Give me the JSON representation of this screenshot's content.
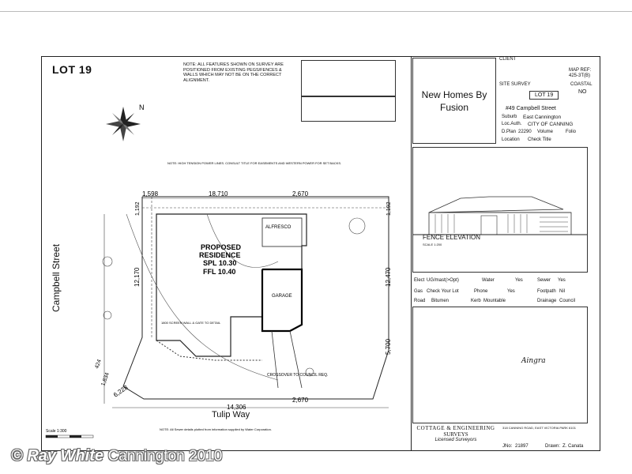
{
  "lot_label": "LOT 19",
  "top_note": "NOTE: ALL FEATURES SHOWN ON SURVEY ARE POSITIONED FROM EXISTING PEGS/FENCES & WALLS WHICH MAY NOT BE ON THE CORRECT ALIGNMENT.",
  "brand_text": "New Homes By Fusion",
  "title_block": {
    "client_label": "CLIENT",
    "map_ref_label": "MAP REF:",
    "map_ref": "425-3T(B)",
    "coastal_label": "COASTAL",
    "coastal_value": "NO",
    "site_survey_label": "SITE SURVEY",
    "lot_value": "LOT 19",
    "address": "#49 Campbell Street",
    "suburb_label": "Suburb",
    "suburb": "East Cannington",
    "local_auth_label": "Loc.Auth.",
    "local_auth": "CITY OF CANNING",
    "dplan_label": "D.Plan",
    "dplan": "22290",
    "volume_label": "Volume",
    "folio_label": "Folio",
    "location_label": "Location",
    "location": "Check Title"
  },
  "fence": {
    "caption": "FENCE ELEVATION",
    "scale": "SCALE 1:200"
  },
  "services": {
    "elect_label": "Elect",
    "elect": "UG/mast(>Opt)",
    "water_label": "Water",
    "water": "Yes",
    "sewer_label": "Sewer",
    "sewer": "Yes",
    "gas_label": "Gas",
    "gas": "Check Your Lot",
    "phone_label": "Phone",
    "phone": "Yes",
    "footpath_label": "Footpath",
    "footpath": "Nil",
    "road_label": "Road",
    "road": "Bitumen",
    "kerb_label": "Kerb",
    "kerb": "Mountable",
    "drainage_label": "Drainage",
    "drainage": "Council"
  },
  "signature": "Aingra",
  "surveyor": {
    "name_line1": "COTTAGE & ENGINEERING",
    "name_line2": "SURVEYS",
    "sub": "Licensed Surveyors",
    "address": "318 CANNING ROAD, EAST VICTORIA PARK 6101",
    "jno_label": "JNo:",
    "jno": "21897",
    "drawn_label": "Drawn:",
    "drawn": "Z. Canata"
  },
  "plan": {
    "residence_line1": "PROPOSED",
    "residence_line2": "RESIDENCE",
    "spl": "SPL 10.30",
    "ffl": "FFL 10.40",
    "alfresco": "ALFRESCO",
    "garage": "GARAGE",
    "dim_top_left": "1,598",
    "dim_top_mid": "18,710",
    "dim_top_right": "2,670",
    "dim_bot_mid": "14,306",
    "dim_bot_right": "2,670",
    "dim_left_1": "1,192",
    "dim_left_2": "12,170",
    "dim_right_1": "1,192",
    "dim_right_2": "12,470",
    "dim_right_3": "5,700",
    "dim_diag_1": "424",
    "dim_diag_2": "1,834",
    "dim_diag_3": "6,228",
    "screen_wall": "1800 SCREEN WALL & GATE TO DETAIL",
    "crossover": "CROSSOVER TO COUNCIL REQ.",
    "power_note": "NOTE: HIGH TENSION POWER LINES. CONSULT TITLE FOR EASEMENTS AND WESTERN POWER FOR SET BACKS.",
    "sewer_note": "NOTE: All Sewer details plotted from information supplied by Water Corporation.",
    "street_left": "Campbell Street",
    "street_bottom": "Tulip Way",
    "scale_label": "Scale 1:300",
    "north": "N"
  },
  "watermark": {
    "brand": "Ray White",
    "rest": "Cannington 2010"
  },
  "colors": {
    "line": "#222222",
    "watermark_outline": "#666666"
  }
}
